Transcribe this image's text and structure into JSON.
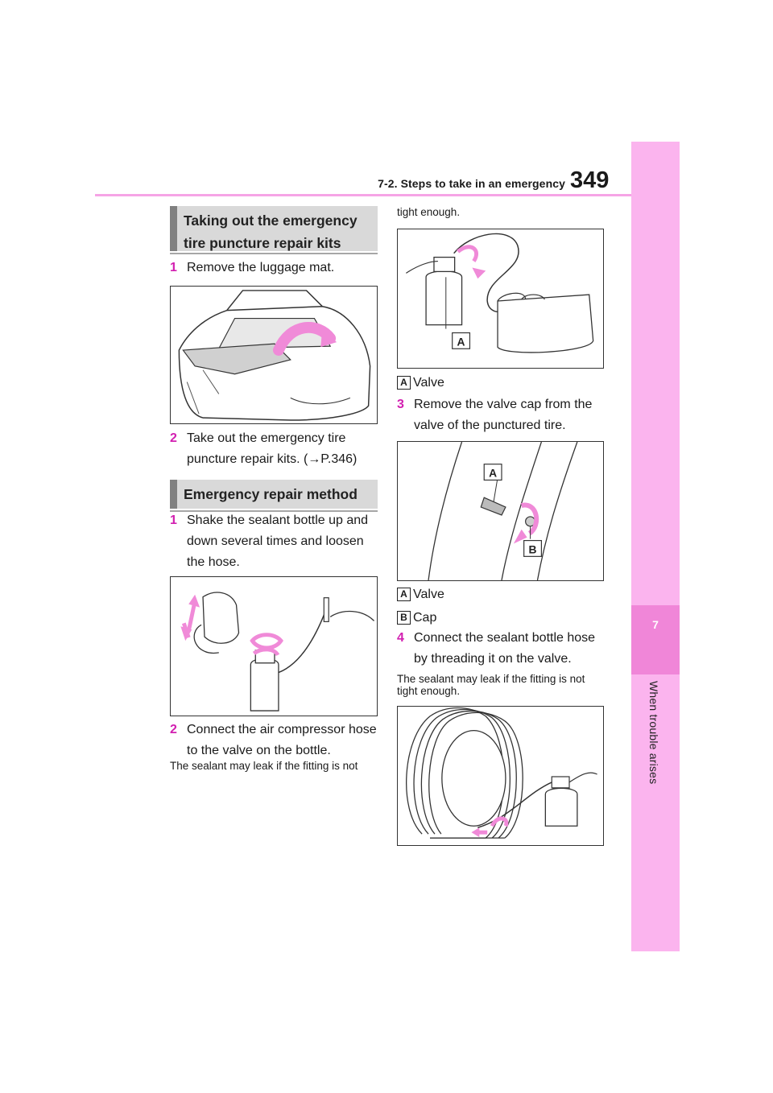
{
  "header": {
    "section": "7-2. Steps to take in an emergency",
    "page_number": "349"
  },
  "side_tab": {
    "chapter_number": "7",
    "chapter_label": "When trouble arises"
  },
  "left_column": {
    "heading1": "Taking out the emergency tire puncture repair kits",
    "steps1": [
      {
        "num": "1",
        "text": "Remove the luggage mat."
      },
      {
        "num": "2",
        "text": "Take out the emergency tire puncture repair kits. (→P.346)"
      }
    ],
    "heading2": "Emergency repair method",
    "steps2": [
      {
        "num": "1",
        "text": "Shake the sealant bottle up and down several times and loosen the hose."
      },
      {
        "num": "2",
        "text": "Connect the air compressor hose to the valve on the bottle."
      }
    ],
    "note1": "The sealant may leak if the fitting is not"
  },
  "right_column": {
    "note_cont": "tight enough.",
    "fig1_label_a": "A",
    "legend1": [
      {
        "badge": "A",
        "text": "Valve"
      }
    ],
    "step3": {
      "num": "3",
      "text": "Remove the valve cap from the valve of the punctured tire."
    },
    "fig2_label_a": "A",
    "fig2_label_b": "B",
    "legend2": [
      {
        "badge": "A",
        "text": "Valve"
      },
      {
        "badge": "B",
        "text": "Cap"
      }
    ],
    "step4": {
      "num": "4",
      "text": "Connect the sealant bottle hose by threading it on the valve."
    },
    "note2": "The sealant may leak if the fitting is not tight enough."
  },
  "colors": {
    "accent_pink": "#f6a4e6",
    "step_number": "#d21fb0",
    "tab_pink": "#fbb4ee",
    "tab_dark_pink": "#f086d8",
    "heading_gray": "#d9d9d9",
    "heading_bar": "#808080"
  }
}
